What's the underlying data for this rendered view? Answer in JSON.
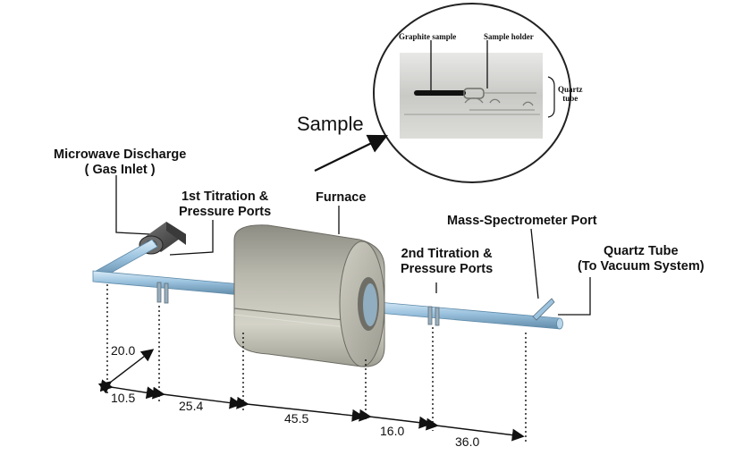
{
  "labels": {
    "microwave_line1": "Microwave Discharge",
    "microwave_line2": "( Gas Inlet )",
    "first_ports_line1": "1st Titration &",
    "first_ports_line2": "Pressure Ports",
    "furnace": "Furnace",
    "second_ports_line1": "2nd Titration &",
    "second_ports_line2": "Pressure Ports",
    "mass_spec": "Mass-Spectrometer Port",
    "quartz_line1": "Quartz Tube",
    "quartz_line2": "(To Vacuum System)",
    "sample": "Sample"
  },
  "inset": {
    "graphite_sample": "Graphite sample",
    "sample_holder": "Sample holder",
    "quartz_line1": "Quartz",
    "quartz_line2": "tube"
  },
  "dimensions": {
    "d_20": "20.0",
    "d_10_5": "10.5",
    "d_25_4": "25.4",
    "d_45_5": "45.5",
    "d_16": "16.0",
    "d_36": "36.0"
  },
  "colors": {
    "tube": "#9cc3df",
    "furnace": "#a7a69b",
    "discharge": "#555555"
  }
}
